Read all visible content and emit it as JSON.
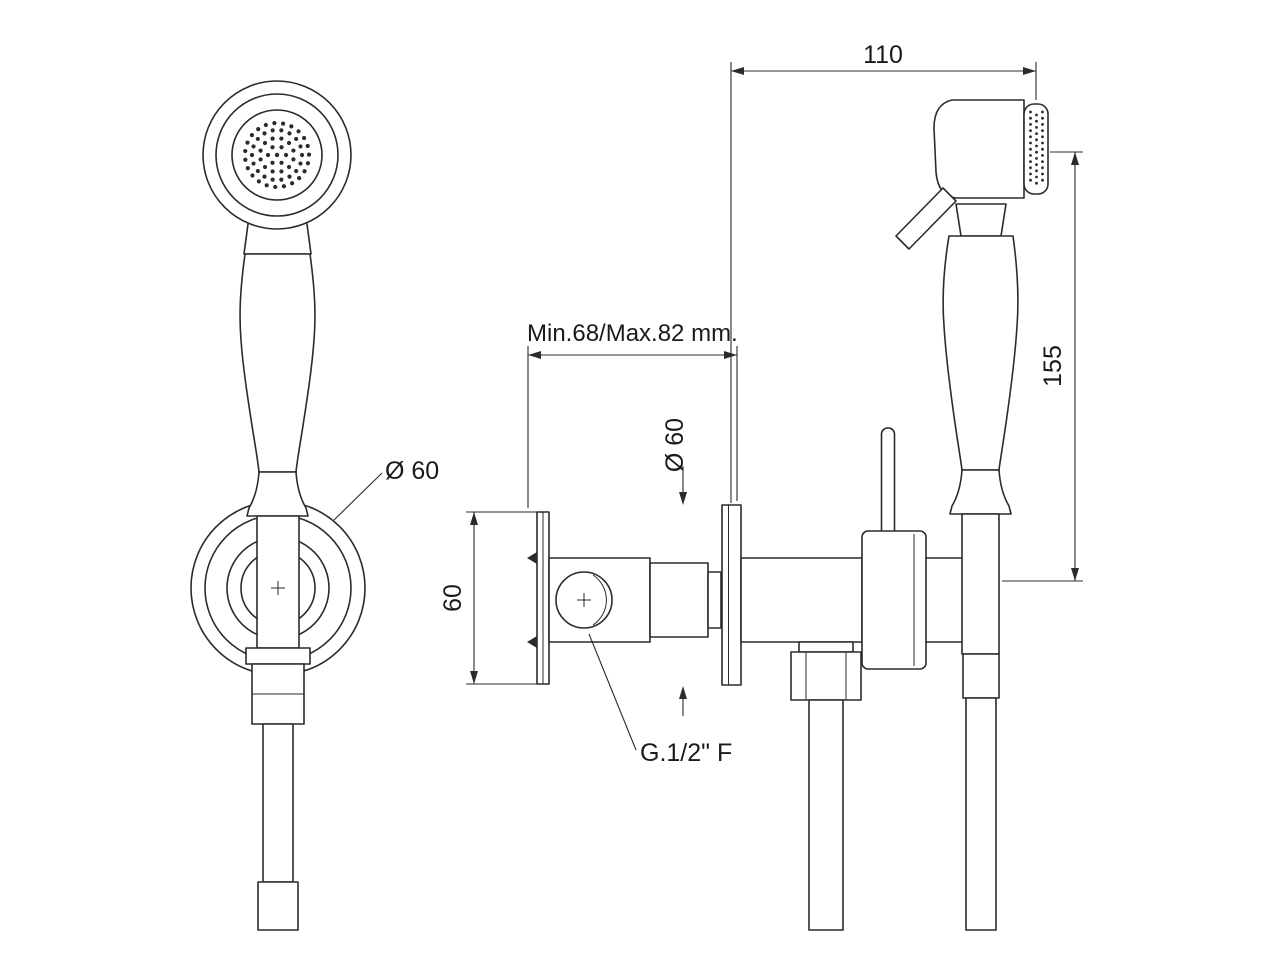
{
  "drawing": {
    "labels": {
      "dim_width_top": "110",
      "dim_height_right": "155",
      "dim_depth": "Min.68/Max.82 mm.",
      "dia_front": "Ø 60",
      "dia_side": "Ø 60",
      "dim_plate": "60",
      "thread": "G.1/2\" F"
    },
    "colors": {
      "line": "#2b2b2b",
      "text": "#1a1a1a",
      "background": "#ffffff"
    }
  }
}
